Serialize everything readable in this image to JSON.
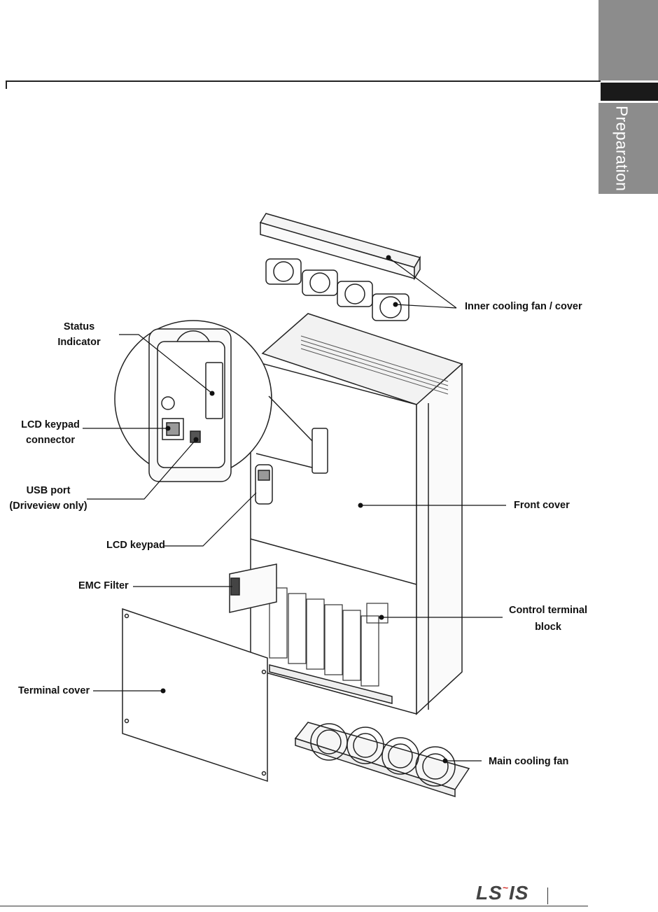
{
  "side_tab": {
    "label": "Preparation"
  },
  "figure": {
    "callouts": {
      "inner_cooling_fan": "Inner cooling fan / cover",
      "status_indicator_line1": "Status",
      "status_indicator_line2": "Indicator",
      "lcd_keypad_connector_line1": "LCD keypad",
      "lcd_keypad_connector_line2": "connector",
      "usb_port_line1": "USB port",
      "usb_port_line2": "(Driveview only)",
      "front_cover": "Front cover",
      "lcd_keypad": "LCD keypad",
      "emc_filter": "EMC Filter",
      "control_terminal_line1": "Control terminal",
      "control_terminal_line2": "block",
      "terminal_cover": "Terminal cover",
      "main_cooling_fan": "Main cooling fan"
    }
  },
  "footer": {
    "brand_main": "LS",
    "brand_suffix": "IS"
  }
}
